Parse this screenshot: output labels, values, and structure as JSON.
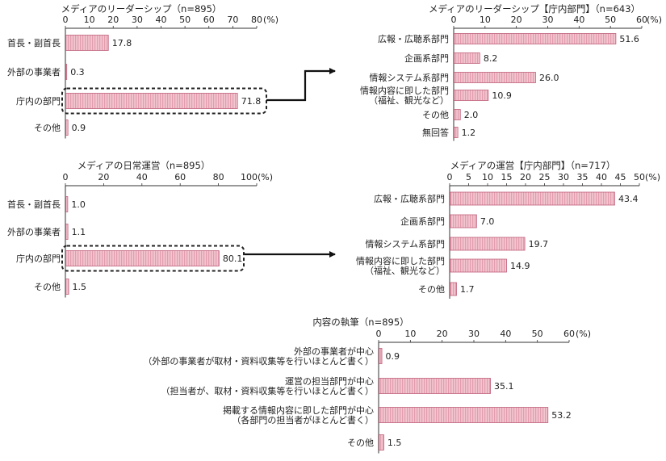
{
  "colors": {
    "bar_fill": "#f2c6cf",
    "bar_stroke": "#c0607a",
    "stripe": "#d9879c",
    "axis": "#333333",
    "highlight_box": "#222222"
  },
  "chart_data": [
    {
      "id": "c1",
      "type": "bar",
      "orientation": "horizontal",
      "title": "メディアのリーダーシップ（n=895）",
      "unit": "(%)",
      "xlim": [
        0,
        80
      ],
      "ticks": [
        0,
        10,
        20,
        30,
        40,
        50,
        60,
        70,
        80
      ],
      "categories": [
        [
          "首長・副首長"
        ],
        [
          "外部の事業者"
        ],
        [
          "庁内の部門"
        ],
        [
          "その他"
        ]
      ],
      "values": [
        17.8,
        0.3,
        71.8,
        0.9
      ],
      "value_labels": [
        "17.8",
        "0.3",
        "71.8",
        "0.9"
      ],
      "highlight_index": 2
    },
    {
      "id": "c2",
      "type": "bar",
      "orientation": "horizontal",
      "title": "メディアのリーダーシップ【庁内部門】（n=643）",
      "unit": "(%)",
      "xlim": [
        0,
        60
      ],
      "ticks": [
        0,
        10,
        20,
        30,
        40,
        50,
        60
      ],
      "categories": [
        [
          "広報・広聴系部門"
        ],
        [
          "企画系部門"
        ],
        [
          "情報システム系部門"
        ],
        [
          "情報内容に即した部門",
          "（福祉、観光など）"
        ],
        [
          "その他"
        ],
        [
          "無回答"
        ]
      ],
      "values": [
        51.6,
        8.2,
        26.0,
        10.9,
        2.0,
        1.2
      ],
      "value_labels": [
        "51.6",
        "8.2",
        "26.0",
        "10.9",
        "2.0",
        "1.2"
      ]
    },
    {
      "id": "c3",
      "type": "bar",
      "orientation": "horizontal",
      "title": "メディアの日常運営（n=895）",
      "unit": "",
      "xlim": [
        0,
        100
      ],
      "ticks": [
        0,
        20,
        40,
        60,
        80,
        100
      ],
      "tick_labels": [
        "0",
        "20",
        "40",
        "60",
        "80",
        "100(%)"
      ],
      "categories": [
        [
          "首長・副首長"
        ],
        [
          "外部の事業者"
        ],
        [
          "庁内の部門"
        ],
        [
          "その他"
        ]
      ],
      "values": [
        1.0,
        1.1,
        80.1,
        1.5
      ],
      "value_labels": [
        "1.0",
        "1.1",
        "80.1",
        "1.5"
      ],
      "highlight_index": 2
    },
    {
      "id": "c4",
      "type": "bar",
      "orientation": "horizontal",
      "title": "メディアの運営【庁内部門】（n=717）",
      "unit": "(%)",
      "xlim": [
        0,
        50
      ],
      "ticks": [
        0,
        5,
        10,
        15,
        20,
        25,
        30,
        35,
        40,
        45,
        50
      ],
      "categories": [
        [
          "広報・広聴系部門"
        ],
        [
          "企画系部門"
        ],
        [
          "情報システム系部門"
        ],
        [
          "情報内容に即した部門",
          "（福祉、観光など）"
        ],
        [
          "その他"
        ]
      ],
      "values": [
        43.4,
        7.0,
        19.7,
        14.9,
        1.7
      ],
      "value_labels": [
        "43.4",
        "7.0",
        "19.7",
        "14.9",
        "1.7"
      ]
    },
    {
      "id": "c5",
      "type": "bar",
      "orientation": "horizontal",
      "title": "内容の執筆（n=895）",
      "unit": "(%)",
      "xlim": [
        0,
        60
      ],
      "ticks": [
        0,
        10,
        20,
        30,
        40,
        50,
        60
      ],
      "categories": [
        [
          "外部の事業者が中心",
          "（外部の事業者が取材・資料収集等を行いほとんど書く）"
        ],
        [
          "運営の担当部門が中心",
          "（担当者が、取材・資料収集等を行いほとんど書く）"
        ],
        [
          "掲載する情報内容に即した部門が中心",
          "（各部門の担当者がほとんど書く）"
        ],
        [
          "その他"
        ]
      ],
      "values": [
        0.9,
        35.1,
        53.2,
        1.5
      ],
      "value_labels": [
        "0.9",
        "35.1",
        "53.2",
        "1.5"
      ]
    }
  ]
}
